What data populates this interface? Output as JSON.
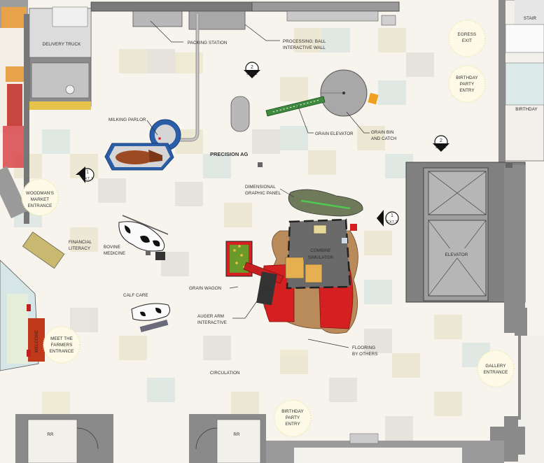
{
  "labels": {
    "delivery_truck": "DELIVERY TRUCK",
    "packing_station": "PACKING STATION",
    "processing_1": "PROCESSING: BALL",
    "processing_2": "INTERACTIVE WALL",
    "egress_1": "EGRESS",
    "egress_2": "EXIT",
    "stair": "STAIR",
    "birthday_top_1": "BIRTHDAY",
    "birthday_top_2": "PARTY",
    "birthday_top_3": "ENTRY",
    "birthday_right": "BIRTHDAY",
    "milking_parlor": "MILKING PARLOR",
    "grain_elevator": "GRAIN ELEVATOR",
    "grain_bin_1": "GRAIN BIN",
    "grain_bin_2": "AND CATCH",
    "precision_ag": "PRECISION AG",
    "woodmans_1": "WOODMAN'S",
    "woodmans_2": "MARKET",
    "woodmans_3": "ENTRANCE",
    "dimensional_1": "DIMENSIONAL",
    "dimensional_2": "GRAPHIC PANEL",
    "financial_1": "FINANCIAL",
    "financial_2": "LITERACY",
    "bovine_1": "BOVINE",
    "bovine_2": "MEDICINE",
    "combine_1": "COMBINE",
    "combine_2": "SIMULATOR",
    "elevator": "ELEVATOR",
    "grain_wagon": "GRAIN WAGON",
    "calf_care": "CALF CARE",
    "auger_1": "AUGER ARM",
    "auger_2": "INTERACTIVE",
    "flooring_1": "FLOORING",
    "flooring_2": "BY OTHERS",
    "meet_1": "MEET THE",
    "meet_2": "FARMERS",
    "meet_3": "ENTRANCE",
    "gallery_1": "GALLERY",
    "gallery_2": "ENTRANCE",
    "circulation": "CIRCULATION",
    "birthday_bottom_1": "BIRTHDAY",
    "birthday_bottom_2": "PARTY",
    "birthday_bottom_3": "ENTRY",
    "rr_left": "RR",
    "rr_right": "RR",
    "welcome": "WELCOME"
  },
  "section_markers": [
    {
      "num": "2",
      "ref": "EX7.1"
    },
    {
      "num": "1",
      "ref": "EX7.1"
    },
    {
      "num": "2",
      "ref": "EX7.2"
    },
    {
      "num": "1",
      "ref": "EX7.2"
    }
  ],
  "colors": {
    "floor": "#f6f4ec",
    "wall": "#7a7a7a",
    "red": "#d42020",
    "green": "#3e8a3e",
    "blue": "#2b5ea8",
    "tile_beige": "#ece7cf",
    "tile_blue": "#dce7e2",
    "tile_gray": "#e4e1da"
  }
}
